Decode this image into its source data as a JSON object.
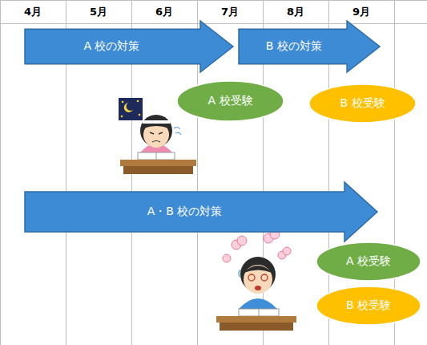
{
  "diagram": {
    "nodes": [
      {
        "text": [
          "A 校の対策"
        ]
      },
      {
        "text": [
          "B 校の対策"
        ]
      },
      {
        "text": [
          "A 校受験"
        ]
      },
      {
        "text": [
          "B 校受験"
        ]
      },
      {
        "text": [
          "A・B 校の対策"
        ]
      },
      {
        "text": [
          "A 校受験"
        ]
      },
      {
        "text": [
          "B 校受験"
        ]
      }
    ],
    "labels": [
      "4月",
      "5月",
      "6月",
      "7月",
      "8月",
      "9月"
    ]
  }
}
